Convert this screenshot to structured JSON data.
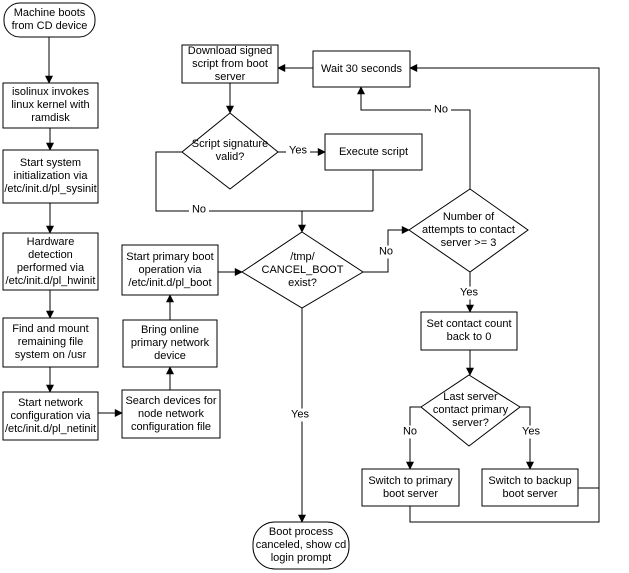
{
  "nodes": {
    "machine_boots": {
      "label": "Machine boots\nfrom CD device"
    },
    "isolinux": {
      "label": "isolinux invokes\nlinux kernel with\nramdisk"
    },
    "sysinit": {
      "label": "Start system\ninitialization via\n/etc/init.d/pl_sysinit"
    },
    "hwinit": {
      "label": "Hardware\ndetection\nperformed via\n/etc/init.d/pl_hwinit"
    },
    "findmount": {
      "label": "Find and mount\nremaining file\nsystem on /usr"
    },
    "netinit": {
      "label": "Start network\nconfiguration via\n/etc/init.d/pl_netinit"
    },
    "search_devices": {
      "label": "Search devices for\nnode network\nconfiguration file"
    },
    "bring_online": {
      "label": "Bring online\nprimary network\ndevice"
    },
    "start_boot": {
      "label": "Start primary boot\noperation via\n/etc/init.d/pl_boot"
    },
    "download_script": {
      "label": "Download signed\nscript from boot\nserver"
    },
    "wait_30": {
      "label": "Wait 30 seconds"
    },
    "signature_valid": {
      "label": "Script signature\nvalid?"
    },
    "execute_script": {
      "label": "Execute script"
    },
    "cancel_boot": {
      "label": "/tmp/\nCANCEL_BOOT\nexist?"
    },
    "attempts": {
      "label": "Number of\nattempts to contact\nserver >= 3"
    },
    "set_count": {
      "label": "Set contact count\nback to 0"
    },
    "last_server": {
      "label": "Last server\ncontact primary\nserver?"
    },
    "switch_primary": {
      "label": "Switch to primary\nboot server"
    },
    "switch_backup": {
      "label": "Switch to backup\nboot server"
    },
    "boot_canceled": {
      "label": "Boot process\ncanceled, show cd\nlogin prompt"
    }
  },
  "edge_labels": {
    "signature_yes": "Yes",
    "signature_no": "No",
    "cancel_no": "No",
    "cancel_yes": "Yes",
    "attempts_no": "No",
    "attempts_yes": "Yes",
    "last_no": "No",
    "last_yes": "Yes"
  },
  "colors": {
    "line": "#000000",
    "background": "#ffffff",
    "node_fill": "#ffffff"
  }
}
